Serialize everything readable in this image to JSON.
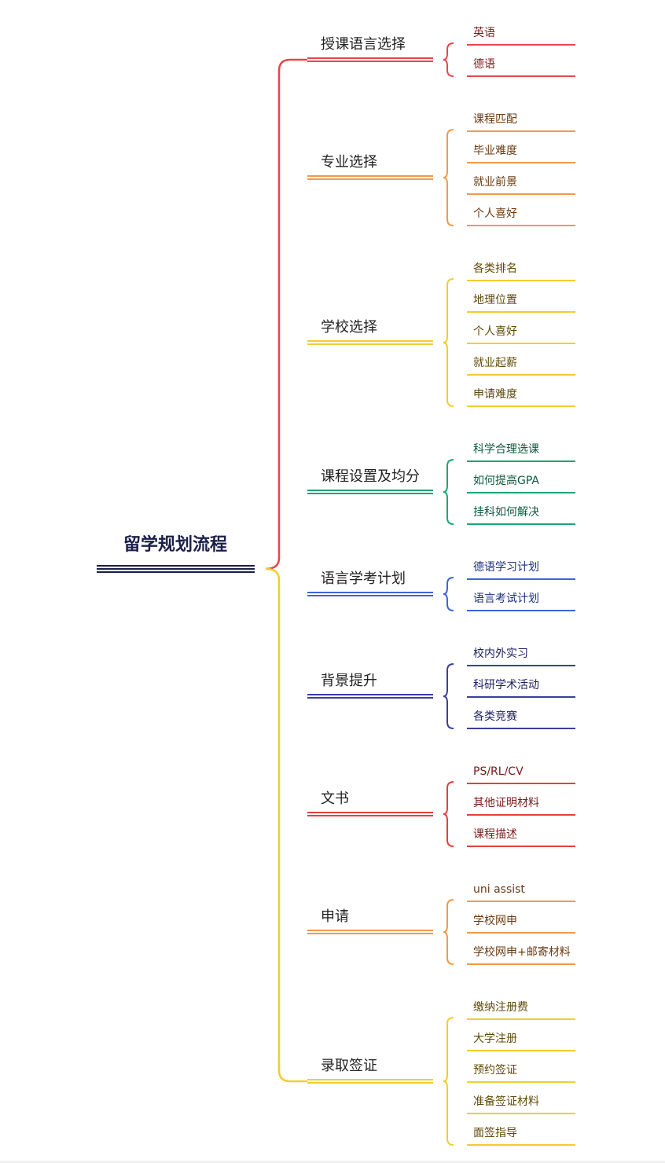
{
  "root": {
    "label": "留学规划流程",
    "color": "#1a1f4a"
  },
  "branches": [
    {
      "label": "授课语言选择",
      "color": "#e8464a",
      "text_color": "#7b1b1b",
      "items": [
        "英语",
        "德语"
      ]
    },
    {
      "label": "专业选择",
      "color": "#f2994a",
      "text_color": "#6b3a12",
      "items": [
        "课程匹配",
        "毕业难度",
        "就业前景",
        "个人喜好"
      ]
    },
    {
      "label": "学校选择",
      "color": "#f4cc2f",
      "text_color": "#5f4a09",
      "items": [
        "各类排名",
        "地理位置",
        "个人喜好",
        "就业起薪",
        "申请难度"
      ]
    },
    {
      "label": "课程设置及均分",
      "color": "#1ea672",
      "text_color": "#0e5a3d",
      "items": [
        "科学合理选课",
        "如何提高GPA",
        "挂科如何解决"
      ]
    },
    {
      "label": "语言学考计划",
      "color": "#3f63d9",
      "text_color": "#1b2f7c",
      "items": [
        "德语学习计划",
        "语言考试计划"
      ]
    },
    {
      "label": "背景提升",
      "color": "#3a3f9e",
      "text_color": "#1e2260",
      "items": [
        "校内外实习",
        "科研学术活动",
        "各类竞赛"
      ]
    },
    {
      "label": "文书",
      "color": "#e3403a",
      "text_color": "#7b1b1b",
      "items": [
        "PS/RL/CV",
        "其他证明材料",
        "课程描述"
      ]
    },
    {
      "label": "申请",
      "color": "#f2994a",
      "text_color": "#6b3a12",
      "items": [
        "uni assist",
        "学校网申",
        "学校网申+邮寄材料"
      ]
    },
    {
      "label": "录取签证",
      "color": "#f4cc2f",
      "text_color": "#5f4a09",
      "items": [
        "缴纳注册费",
        "大学注册",
        "预约签证",
        "准备签证材料",
        "面签指导"
      ]
    }
  ],
  "connector_colors": {
    "upper": "#e8464a",
    "lower": "#f4cc2f"
  }
}
